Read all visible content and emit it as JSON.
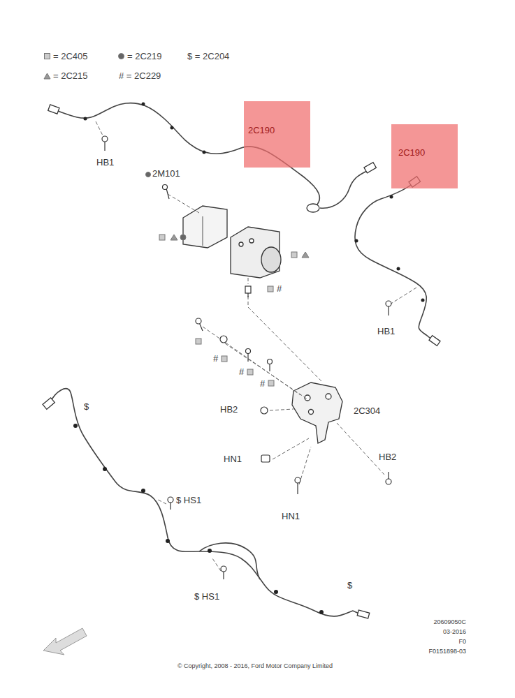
{
  "diagram": {
    "nodes": [
      {
        "text": [
          "2C190"
        ]
      },
      {
        "text": [
          "2C190"
        ]
      }
    ],
    "labels": [
      "HB1",
      "2M101",
      "HB1",
      "#",
      "#",
      "#",
      "#",
      "HB2",
      "2C304",
      "$",
      "HN1",
      "HB2",
      "$ HS1",
      "HN1",
      "$ HS1",
      "$",
      "20609050C",
      "03-2016",
      "F0",
      "F0151898-03",
      "© Copyright, 2008 - 2016, Ford Motor Company Limited"
    ],
    "legend": [
      {
        "text": "= 2C405"
      },
      {
        "text": "= 2C219"
      },
      {
        "text": "$ = 2C204"
      },
      {
        "text": "= 2C215"
      },
      {
        "text": "# = 2C229"
      }
    ]
  }
}
